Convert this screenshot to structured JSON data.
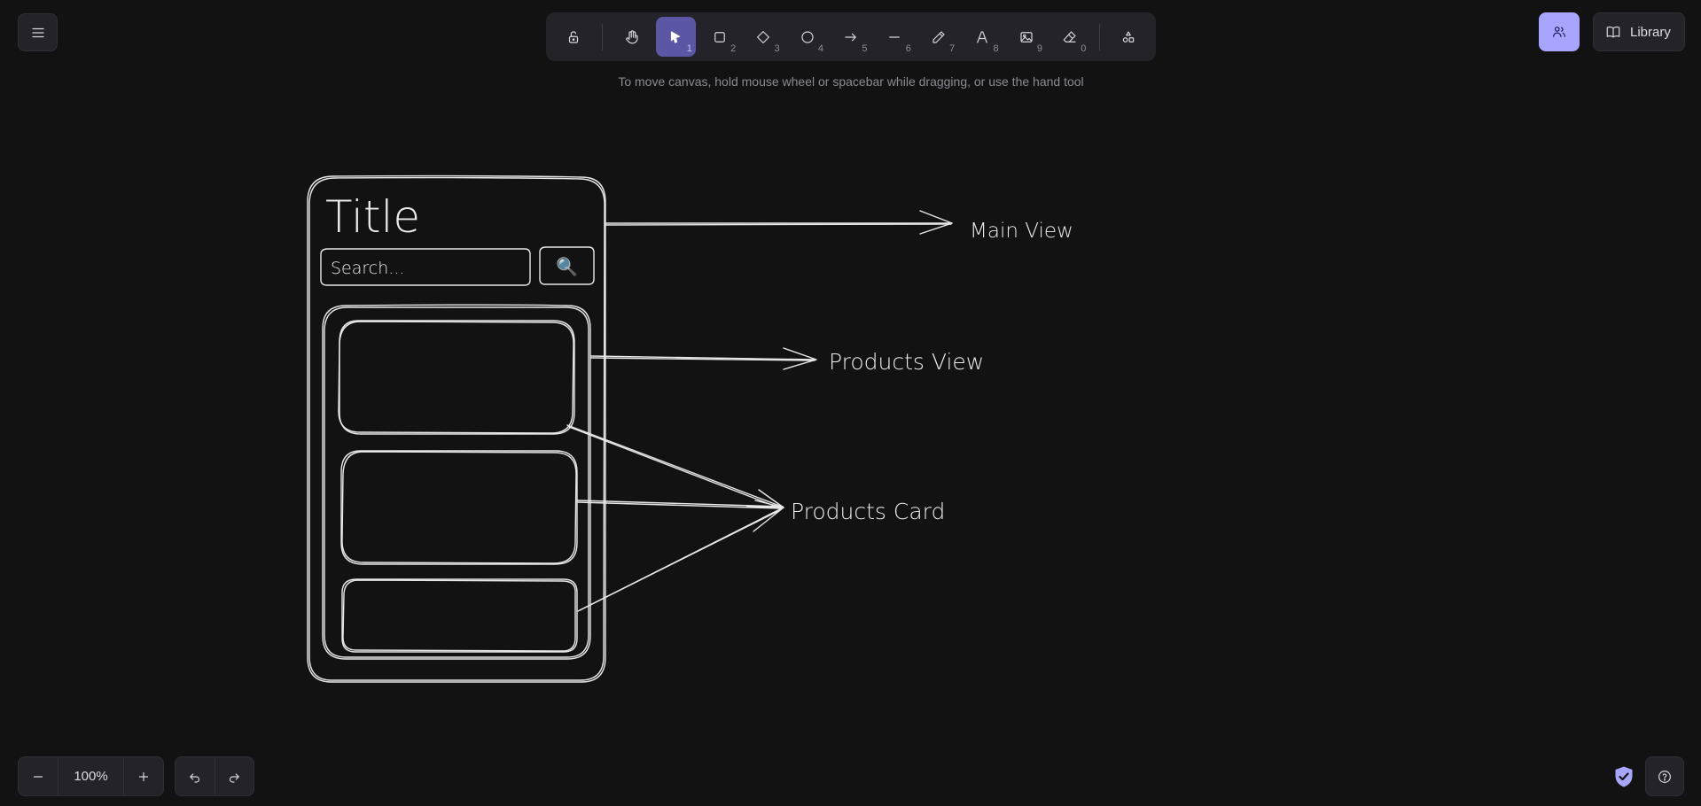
{
  "toolbar": {
    "tools": [
      {
        "name": "hand",
        "key": ""
      },
      {
        "name": "selection",
        "key": "1"
      },
      {
        "name": "rectangle",
        "key": "2"
      },
      {
        "name": "diamond",
        "key": "3"
      },
      {
        "name": "ellipse",
        "key": "4"
      },
      {
        "name": "arrow",
        "key": "5"
      },
      {
        "name": "line",
        "key": "6"
      },
      {
        "name": "draw",
        "key": "7"
      },
      {
        "name": "text",
        "key": "8"
      },
      {
        "name": "image",
        "key": "9"
      },
      {
        "name": "eraser",
        "key": "0"
      }
    ],
    "active_tool": "selection"
  },
  "hint": "To move canvas, hold mouse wheel or spacebar while dragging, or use the hand tool",
  "header": {
    "library_label": "Library"
  },
  "footer": {
    "zoom_level": "100%"
  },
  "canvas": {
    "phone_title": "Title",
    "search_placeholder": "Search...",
    "search_icon": "🔍",
    "label_main_view": "Main View",
    "label_products_view": "Products View",
    "label_products_card": "Products Card"
  },
  "colors": {
    "background": "#121212",
    "accent": "#a8a5ff",
    "active_tool": "#5b57a5",
    "stroke": "#e8e8e8"
  }
}
